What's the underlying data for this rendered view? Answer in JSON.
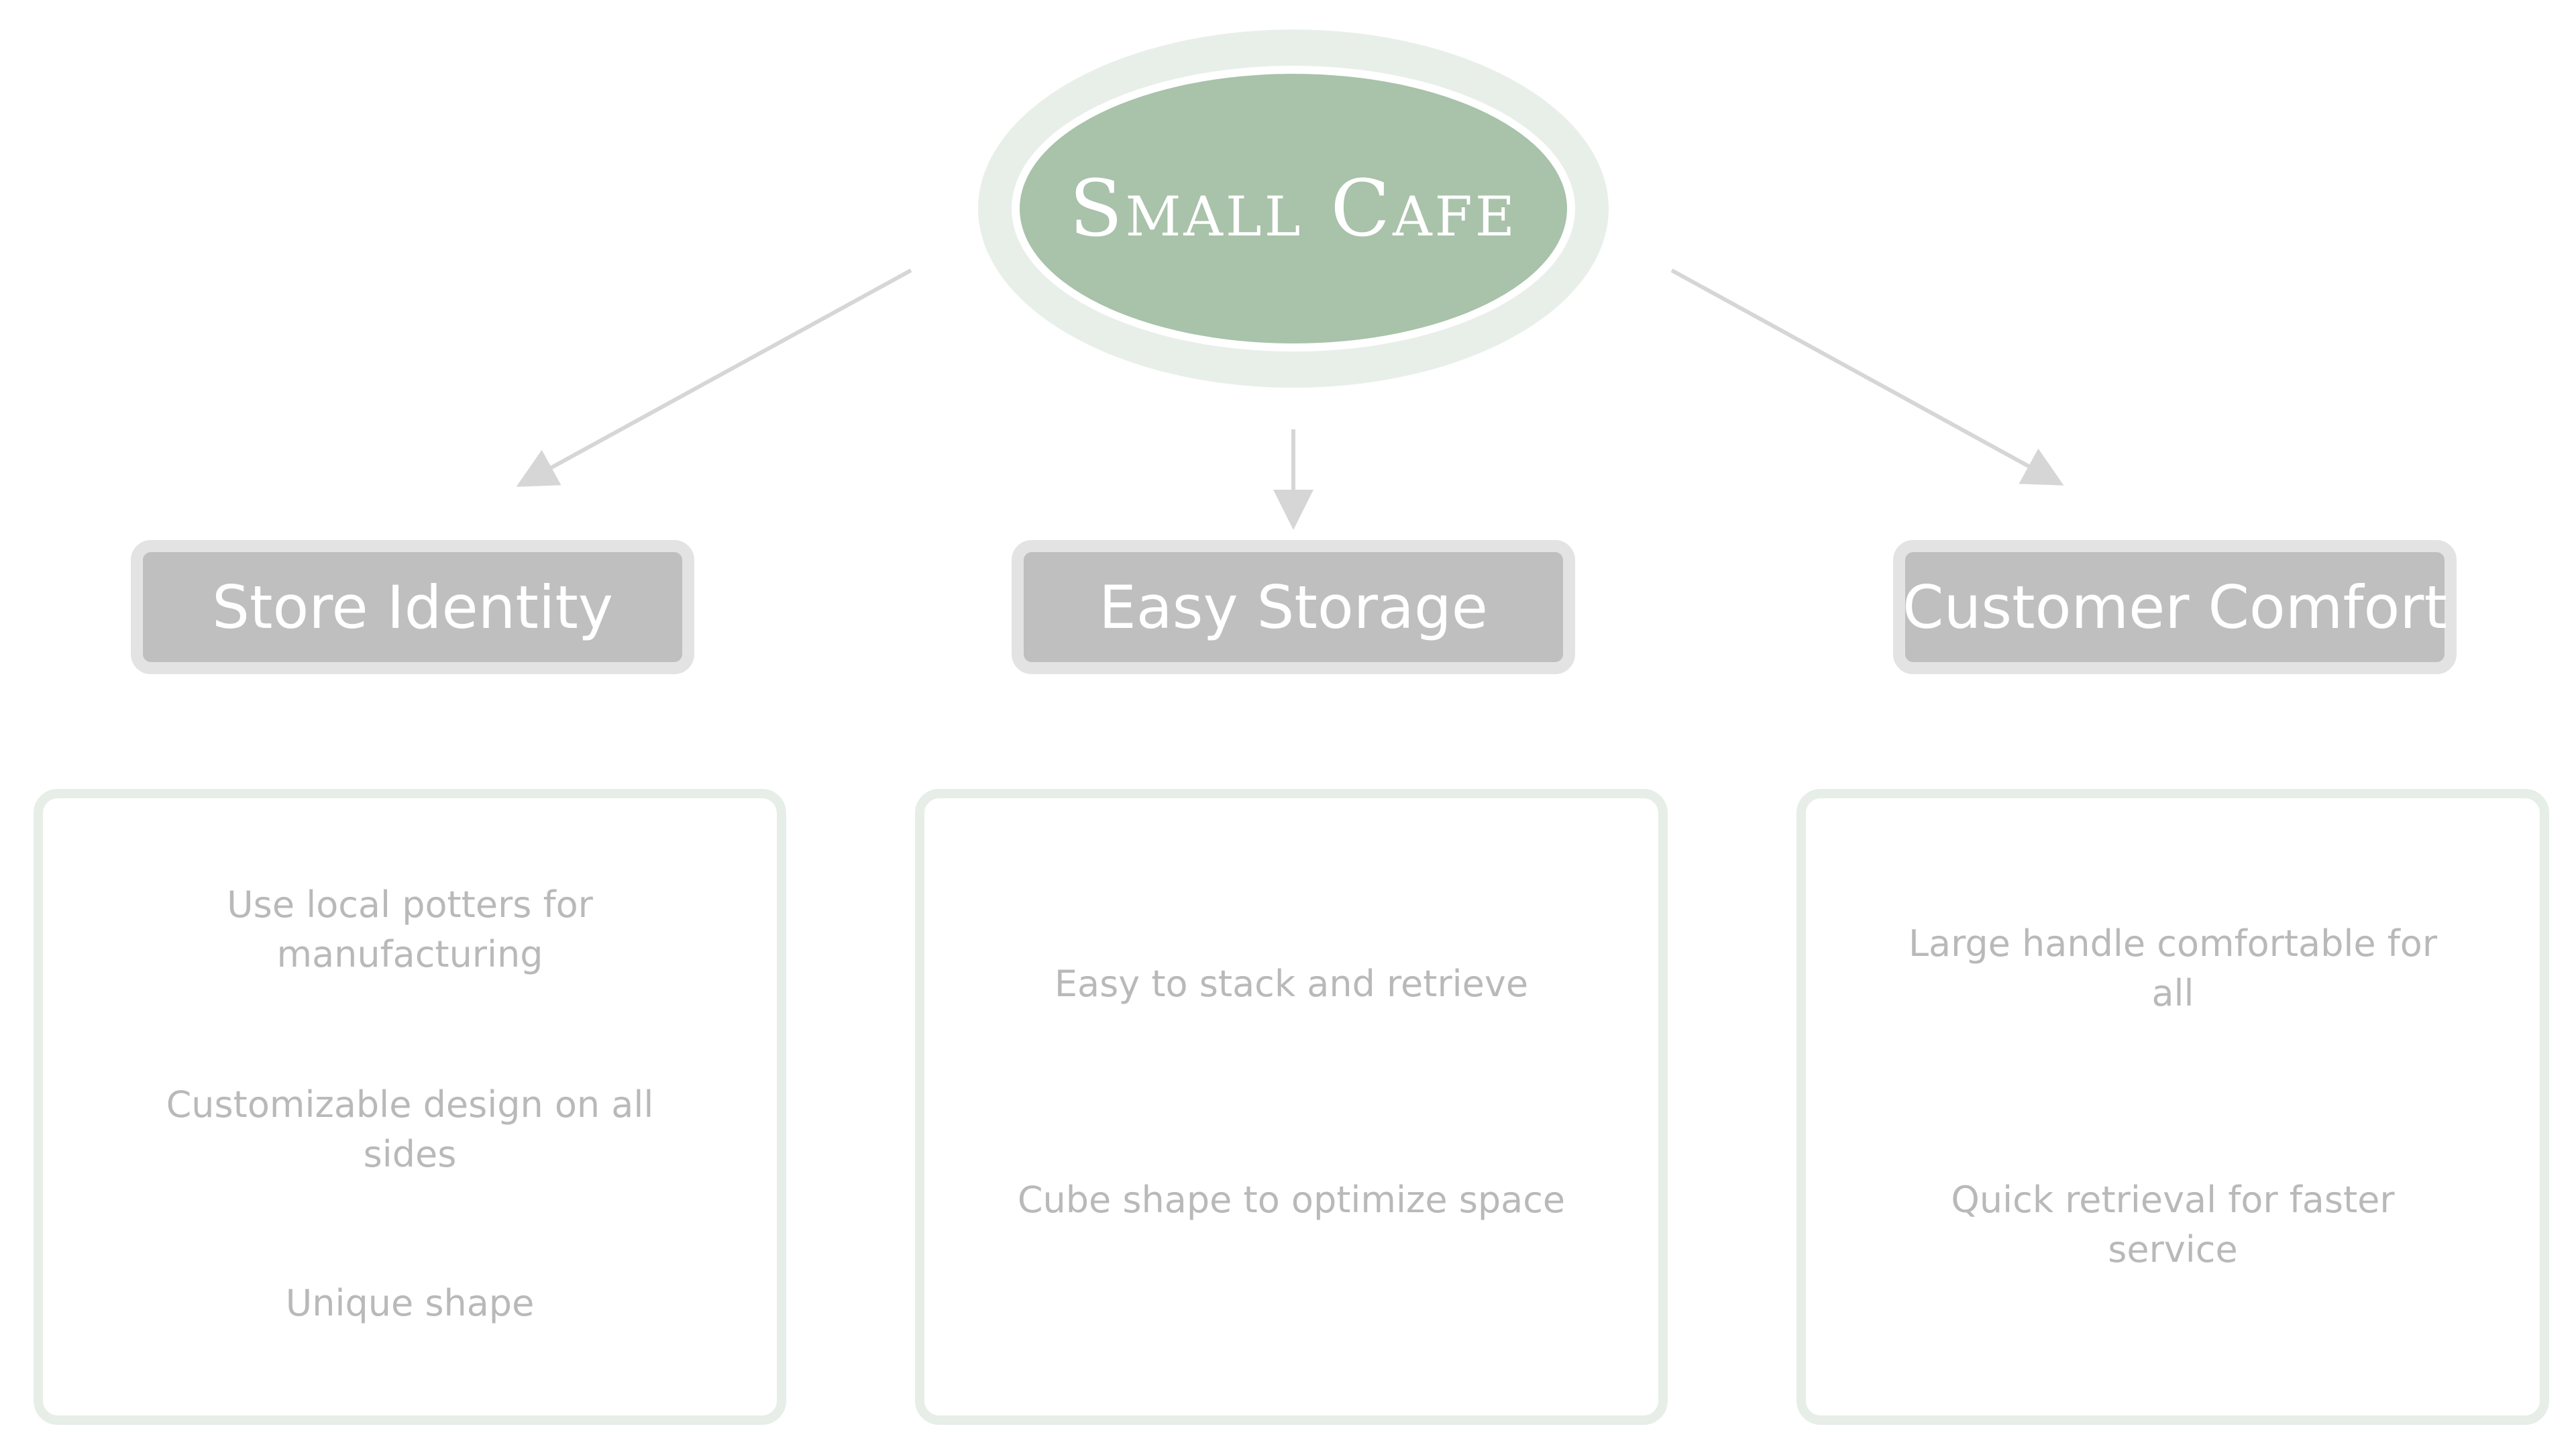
{
  "colors": {
    "root_fill": "#a9c2aa",
    "root_halo": "#e8efe9",
    "branch_fill": "#bfbfbf",
    "branch_border": "#e3e3e3",
    "detail_border": "#e6eee7",
    "detail_text": "#b9b9b9",
    "connector": "#d6d6d6"
  },
  "root": {
    "title": "Small Cafe"
  },
  "branches": [
    {
      "label": "Store Identity",
      "details": [
        "Use local potters for manufacturing",
        "Customizable design on all sides",
        "Unique shape"
      ]
    },
    {
      "label": "Easy Storage",
      "details": [
        "Easy to stack and retrieve",
        "Cube shape to optimize space"
      ]
    },
    {
      "label": "Customer Comfort",
      "details": [
        "Large handle comfortable for all",
        "Quick retrieval for faster service"
      ]
    }
  ]
}
